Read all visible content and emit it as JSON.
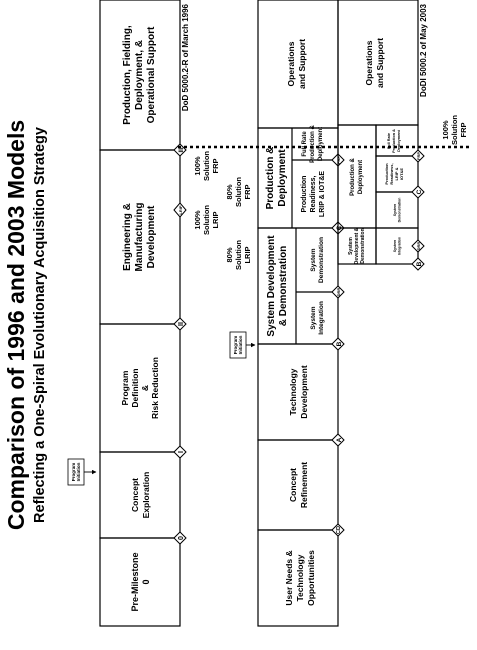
{
  "title": {
    "main": "Comparison of 1996 and 2003 Models",
    "sub": "Reflecting a One-Spiral Evolutionary Acquisition Strategy"
  },
  "model_1996": {
    "doc_label": "DoD 5000.2-R of March 1996",
    "phases": [
      {
        "lines": [
          "Pre-Milestone",
          "0"
        ]
      },
      {
        "lines": [
          "Concept",
          "Exploration"
        ]
      },
      {
        "lines": [
          "Program",
          "Definition",
          "&",
          "Risk Reduction"
        ]
      },
      {
        "lines": [
          "Engineering &",
          "Manufacturing",
          "Development"
        ]
      },
      {
        "lines": [
          "Production, Fielding,",
          "Deployment, &",
          "Operational Support"
        ]
      }
    ],
    "milestones": [
      "0",
      "I",
      "II",
      "III"
    ],
    "lrip_marker": "LRIP",
    "program_initiation": [
      "Program",
      "Initiation"
    ],
    "lrip_note": [
      "100%",
      "Solution",
      "LRIP"
    ],
    "frp_note": [
      "100%",
      "Solution",
      "FRP"
    ]
  },
  "model_2003_top": {
    "phases": [
      {
        "lines": [
          "User Needs &",
          "Technology",
          "Opportunities"
        ]
      },
      {
        "lines": [
          "Concept",
          "Refinement"
        ]
      },
      {
        "lines": [
          "Technology",
          "Development"
        ]
      },
      {
        "lines": [
          "System Development",
          "& Demonstration"
        ]
      },
      {
        "lines": [
          "Production &",
          "Deployment"
        ]
      },
      {
        "lines": [
          "Operations",
          "and Support"
        ]
      }
    ],
    "subphases": {
      "system_integration": [
        "System",
        "Integration"
      ],
      "system_demonstration": [
        "System",
        "Demonstration"
      ],
      "production_readiness": [
        "Production",
        "Readiness,",
        "LRIP & IOT&E"
      ],
      "full_rate": [
        "Full Rate",
        "Production &",
        "Deployment"
      ]
    },
    "milestones": [
      "CD",
      "A",
      "B",
      "C"
    ],
    "markers": {
      "dra": "DRR",
      "frp": "FRP"
    },
    "program_initiation": [
      "Program",
      "Initiation"
    ],
    "lrip_note": [
      "80%",
      "Solution",
      "LRIP"
    ],
    "frp_note": [
      "80%",
      "Solution",
      "FRP"
    ]
  },
  "model_2003_bottom": {
    "doc_label": "DoDI 5000.2 of May 2003",
    "operations": [
      "Operations",
      "and Support"
    ],
    "sd_b": [
      "System",
      "Integration"
    ],
    "sd_demo": [
      "System",
      "Development &",
      "Demonstration"
    ],
    "sd_c": [
      "System",
      "Demonstration"
    ],
    "pd_a": [
      "Production &",
      "Deployment"
    ],
    "pd_b": [
      "Production",
      "Readiness,",
      "LRIP &",
      "IOT&E"
    ],
    "pd_c": [
      "Full Rate",
      "Production &",
      "Deployment"
    ],
    "milestones": [
      "B",
      "C"
    ],
    "markers": {
      "drr": "DRR",
      "frp": "FRP"
    },
    "frp_note": [
      "100%",
      "Solution",
      "FRP"
    ]
  }
}
